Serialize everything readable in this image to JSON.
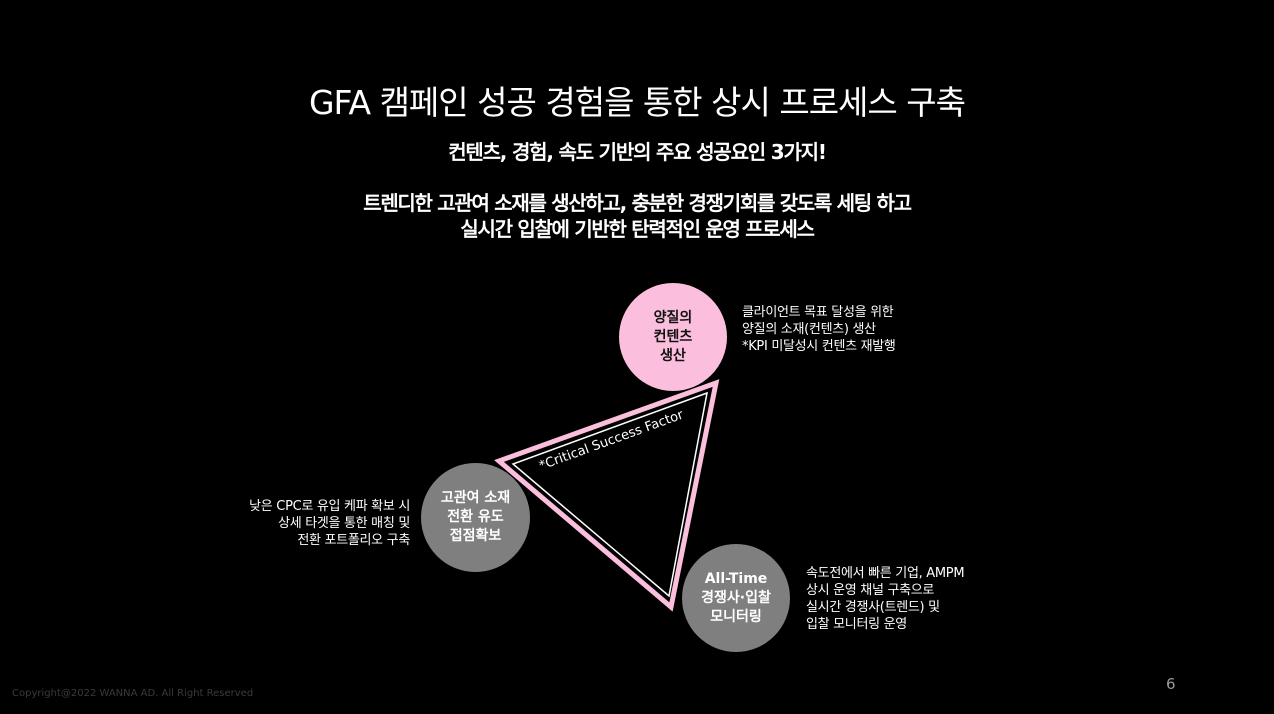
{
  "title": "GFA 캠페인 성공 경험을 통한 상시 프로세스 구축",
  "subtitle": "컨텐츠, 경험, 속도 기반의 주요 성공요인 3가지!",
  "description": [
    "트렌디한 고관여 소재를 생산하고, 충분한 경쟁기회를 갖도록 세팅 하고",
    "실시간 입찰에 기반한 탄력적인 운영 프로세스"
  ],
  "triangle_label": "*Critical Success Factor",
  "nodes": {
    "top": {
      "lines": [
        "양질의",
        "컨텐츠",
        "생산"
      ],
      "note": [
        "클라이언트 목표 달성을 위한",
        "양질의 소재(컨텐츠) 생산",
        "*KPI 미달성시 컨텐츠 재발행"
      ]
    },
    "left": {
      "lines": [
        "고관여 소재",
        "전환 유도",
        "접점확보"
      ],
      "note": [
        "낮은 CPC로 유입 케파 확보 시",
        "상세 타겟을 통한 매칭 및",
        "전환 포트폴리오 구축"
      ]
    },
    "right": {
      "lines": [
        "All-Time",
        "경쟁사·입찰",
        "모니터링"
      ],
      "note": [
        "속도전에서 빠른 기업, AMPM",
        "상시 운영 채널 구축으로",
        "실시간 경쟁사(트렌드) 및",
        "입찰 모니터링 운영"
      ]
    }
  },
  "colors": {
    "pink": "#fbbfdd",
    "gray": "#7f7f7f",
    "background": "#000000"
  },
  "footer": "Copyright@2022 WANNA AD. All Right Reserved",
  "page_number": "6"
}
